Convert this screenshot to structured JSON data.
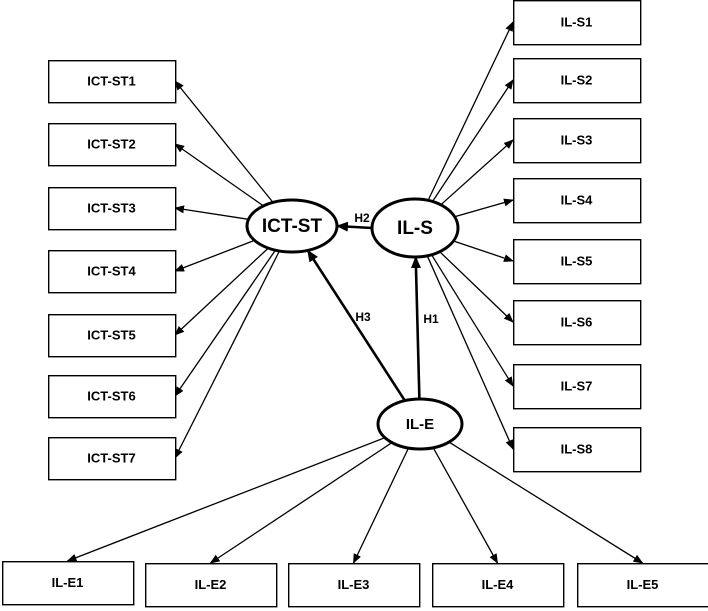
{
  "constructs": {
    "ict_st": "ICT-ST",
    "il_s": "IL-S",
    "il_e": "IL-E"
  },
  "ict_st_indicators": [
    "ICT-ST1",
    "ICT-ST2",
    "ICT-ST3",
    "ICT-ST4",
    "ICT-ST5",
    "ICT-ST6",
    "ICT-ST7"
  ],
  "il_s_indicators": [
    "IL-S1",
    "IL-S2",
    "IL-S3",
    "IL-S4",
    "IL-S5",
    "IL-S6",
    "IL-S7",
    "IL-S8"
  ],
  "il_e_indicators": [
    "IL-E1",
    "IL-E2",
    "IL-E3",
    "IL-E4",
    "IL-E5"
  ],
  "paths": {
    "h1": "H1",
    "h2": "H2",
    "h3": "H3"
  }
}
